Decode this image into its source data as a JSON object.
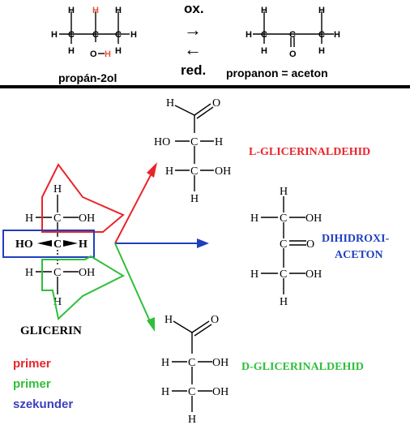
{
  "top": {
    "left_name": "propán-2ol",
    "right_name": "propanon = aceton",
    "ox_label": "ox.",
    "red_label": "red.",
    "arrow_right": "→",
    "arrow_left": "←",
    "highlight_color": "#e8503a"
  },
  "molecules": {
    "l_glyceraldehyde": "L-GLICERINALDEHID",
    "dihydroxyacetone_line1": "DIHIDROXI-",
    "dihydroxyacetone_line2": "ACETON",
    "d_glyceraldehyde": "D-GLICERINALDEHID",
    "glycerol": "GLICERIN"
  },
  "legend": {
    "primary_1": "primer",
    "primary_2": "primer",
    "secondary": "szekunder"
  },
  "atoms": {
    "H": "H",
    "C": "C",
    "O": "O",
    "OH": "OH",
    "HO": "HO",
    "O_H": "O–H"
  },
  "colors": {
    "red": "#e8252a",
    "green": "#2fbf3a",
    "blue": "#1f3fbf",
    "black": "#000000"
  }
}
